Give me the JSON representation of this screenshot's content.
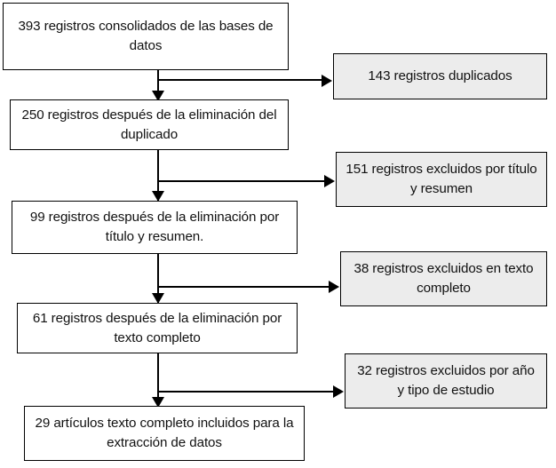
{
  "diagram": {
    "type": "prisma-flow-diagram",
    "language": "es",
    "background_color": "#ffffff",
    "main_box_fill": "#ffffff",
    "excluded_box_fill": "#ececec",
    "stroke_color": "#000000",
    "main_nodes": [
      {
        "id": "identification",
        "count": 393,
        "text": "393 registros consolidados de las bases de datos"
      },
      {
        "id": "after-duplicates",
        "count": 250,
        "text": "250 registros después de la eliminación del duplicado"
      },
      {
        "id": "after-title-abstract",
        "count": 99,
        "text": "99 registros después de la eliminación por título y resumen."
      },
      {
        "id": "after-fulltext",
        "count": 61,
        "text": "61 registros después de la eliminación por texto completo"
      },
      {
        "id": "included",
        "count": 29,
        "text": "29 artículos texto completo incluidos para la extracción de datos"
      }
    ],
    "excluded_nodes": [
      {
        "id": "duplicates",
        "count": 143,
        "text": "143 registros duplicados"
      },
      {
        "id": "excluded-title-abstract",
        "count": 151,
        "text": "151 registros excluidos por título y resumen"
      },
      {
        "id": "excluded-fulltext",
        "count": 38,
        "text": "38 registros excluidos en texto completo"
      },
      {
        "id": "excluded-year-type",
        "count": 32,
        "text": "32 registros excluidos por año y tipo de estudio"
      }
    ]
  }
}
